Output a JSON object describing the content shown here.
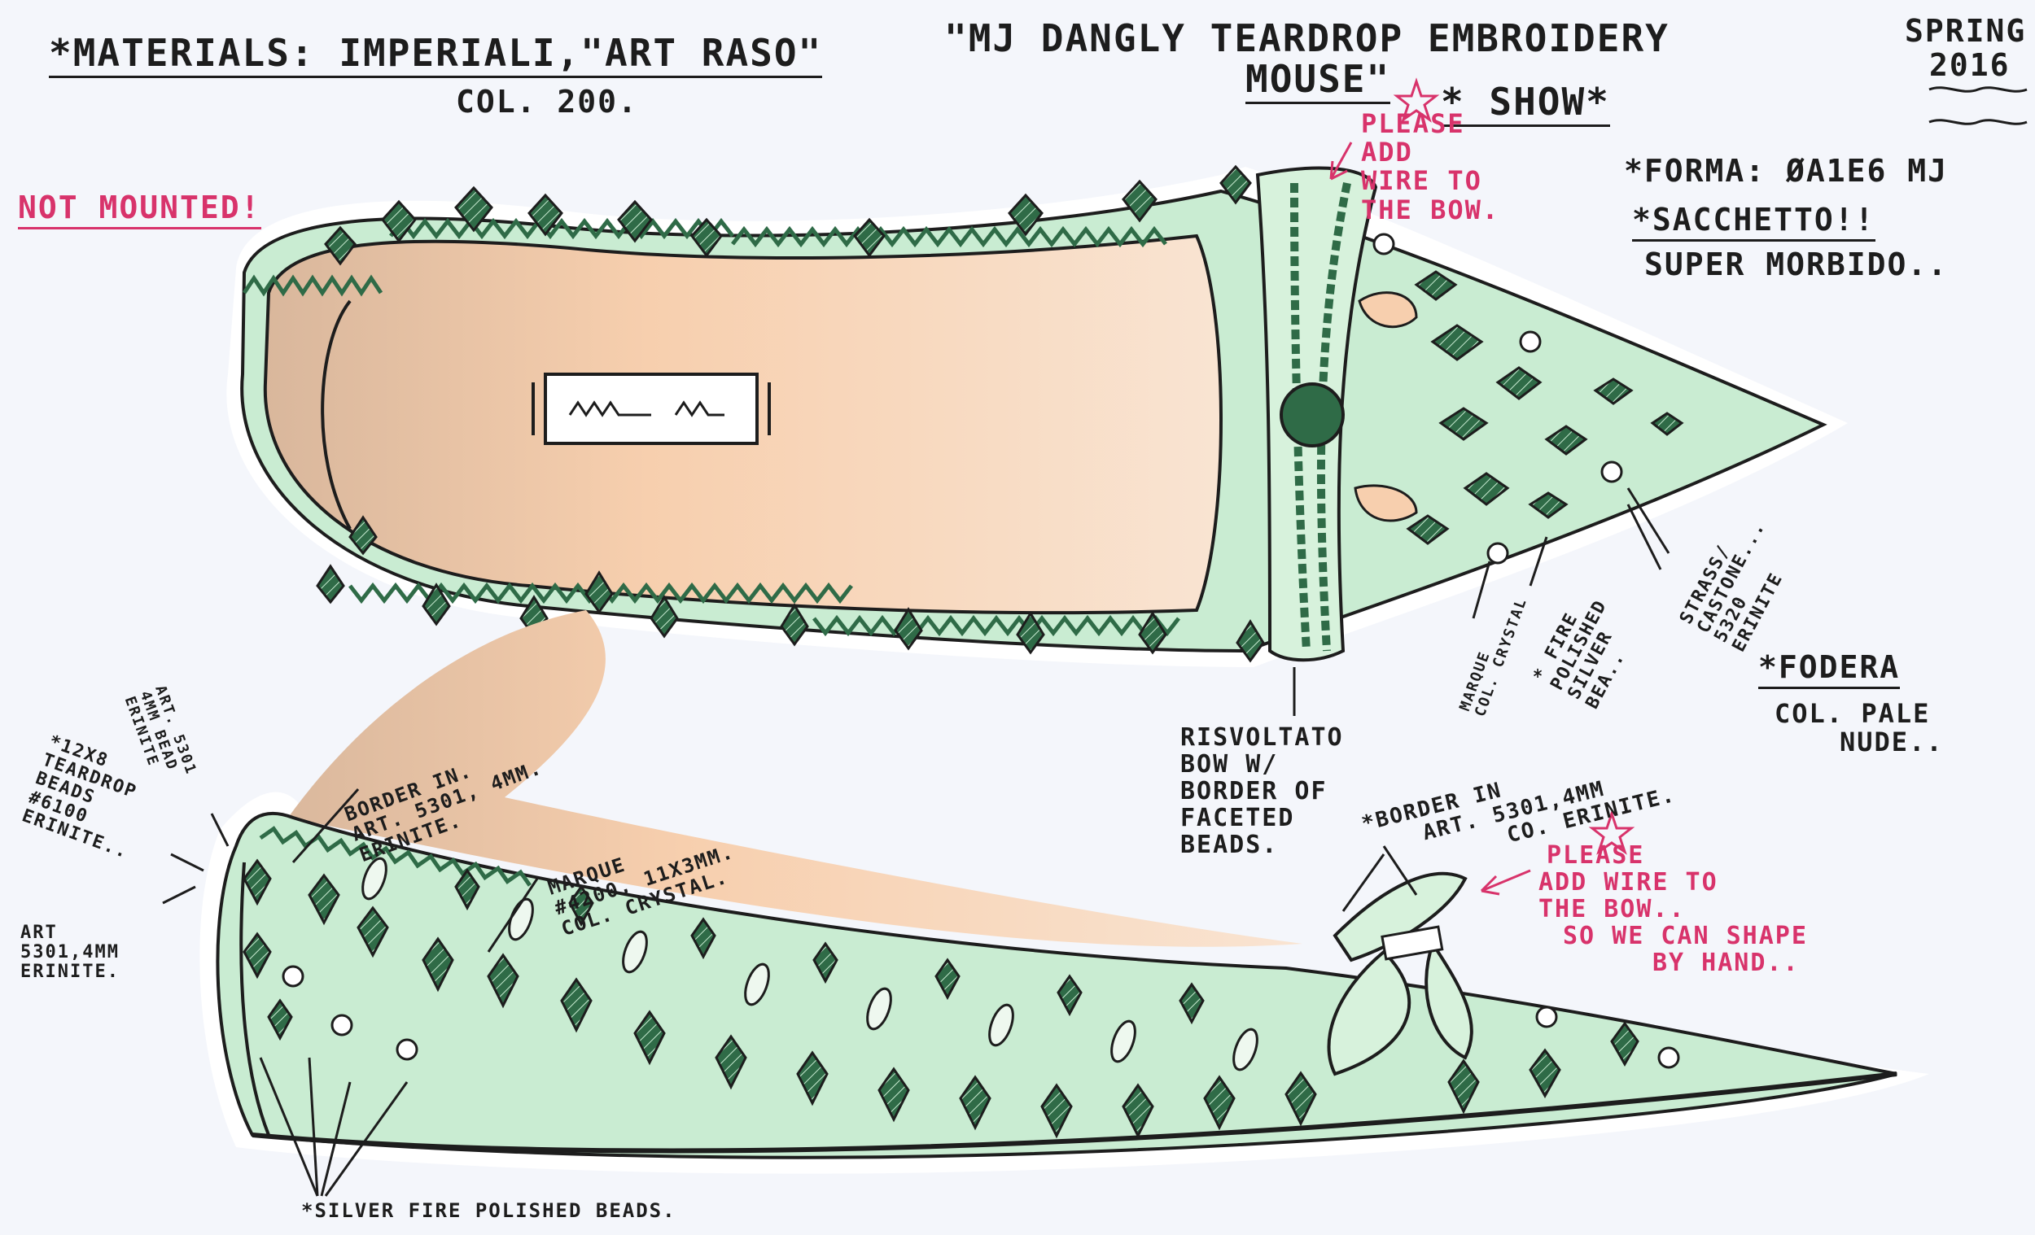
{
  "header": {
    "materials": "*MATERIALS: IMPERIALI,\"ART RASO\"",
    "materials_color": "COL. 200.",
    "title_line1": "\"MJ DANGLY TEARDROP EMBROIDERY",
    "title_line2": "MOUSE\"",
    "show": "* SHOW*",
    "season": "SPRING",
    "year": "2016"
  },
  "notes": {
    "not_mounted": "NOT MOUNTED!",
    "please_add_wire_top": [
      "PLEASE",
      "ADD",
      "WIRE TO",
      "THE BOW."
    ],
    "forma": "*FORMA: ØA1E6 MJ",
    "sacchetto": "*SACCHETTO!!",
    "super_morbido": "SUPER MORBIDO..",
    "fodera": "*FODERA",
    "fodera_color": [
      "COL. PALE",
      "NUDE.."
    ],
    "risvoltato": [
      "RISVOLTATO",
      "BOW W/",
      "BORDER OF",
      "FACETED",
      "BEADS."
    ],
    "strass": [
      "STRASS/",
      "CASTONE...",
      "5320",
      "ERINITE"
    ],
    "fire_polished": [
      "* FIRE",
      "POLISHED",
      "SILVER",
      "BEA.."
    ],
    "marque_col": [
      "MARQUE",
      "COL. CRYSTAL"
    ],
    "border_bow": [
      "*BORDER IN",
      "ART. 5301,4mm",
      "CO. ERINITE."
    ],
    "please_add_wire_bottom": [
      "PLEASE",
      "ADD WIRE TO",
      "THE BOW..",
      "SO WE CAN SHAPE",
      "BY HAND.."
    ],
    "border_heel": [
      "BORDER IN.",
      "ART. 5301, 4mm.",
      "ERINITE."
    ],
    "marque_heel": [
      "MARQUE",
      "#4200, 11x3mm.",
      "COL. CRYSTAL."
    ],
    "art_heel_vertical": [
      "ART. 5301",
      "4mm BEAD",
      "ERINITE"
    ],
    "teardrop": [
      "*12x8",
      "TEARDROP",
      "BEADS",
      "#6100",
      "ERINITE.."
    ],
    "art_side": [
      "ART",
      "5301,4mm",
      "ERINITE."
    ],
    "silver_fire": "*SILVER FIRE POLISHED BEADS."
  },
  "colors": {
    "ink": "#1d1d1d",
    "accent_red": "#d8336b",
    "satin_green": "#c9ecd2",
    "bead_green": "#2f6b47",
    "nude_lining": "#f5c9a8"
  }
}
